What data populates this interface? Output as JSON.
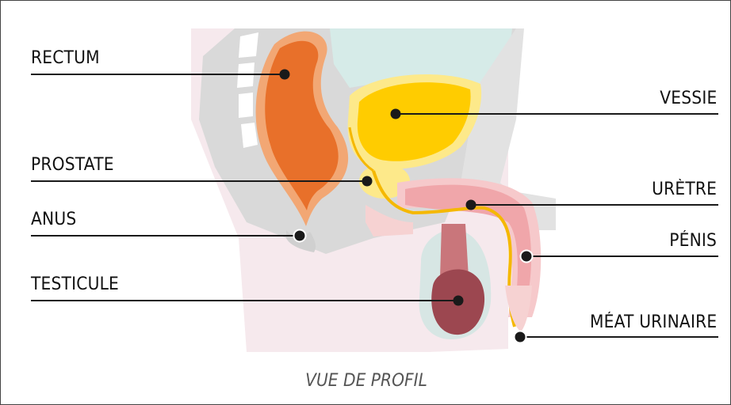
{
  "labels": {
    "rectum": "RECTUM",
    "prostate": "PROSTATE",
    "anus": "ANUS",
    "testicule": "TESTICULE",
    "vessie": "VESSIE",
    "uretre": "URÈTRE",
    "penis": "PÉNIS",
    "meat_urinaire": "MÉAT URINAIRE"
  },
  "caption": "VUE DE PROFIL",
  "colors": {
    "body_outline": "#f3e6ea",
    "gray_tissue": "#d3d3d3",
    "rectum": "#e8702a",
    "rectum_light": "#f2a774",
    "bladder": "#ffcc00",
    "bladder_light": "#fde98a",
    "bladder_top": "#d6e9e6",
    "urethra": "#f5b800",
    "penis_tissue": "#f0a6aa",
    "testicle": "#9c4750",
    "leader_line": "#1a1a1a"
  }
}
